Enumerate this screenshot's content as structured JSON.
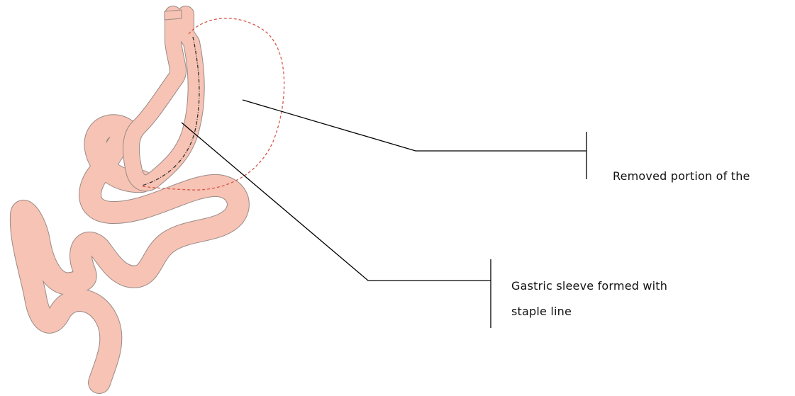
{
  "labels": {
    "removed_portion": "Removed portion of the",
    "gastric_sleeve_line1": "Gastric sleeve formed with",
    "gastric_sleeve_line2": "staple line"
  },
  "colors": {
    "organ_fill": "#f6c3b4",
    "organ_outline": "#9a8a86",
    "removed_outline": "#d9584a",
    "leader_line": "#000000",
    "staple_line": "#333333"
  }
}
